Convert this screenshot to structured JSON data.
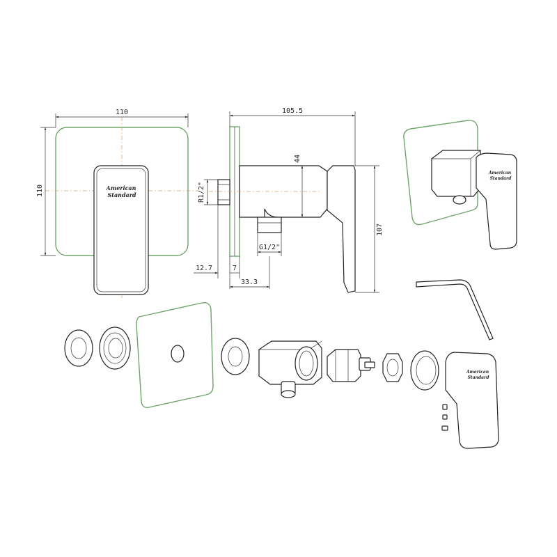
{
  "dimensions": {
    "front_width": "110",
    "front_height": "110",
    "side_depth": "105.5",
    "side_height_offset": "44",
    "overall_height": "107",
    "inlet_thread": "R1/2\"",
    "outlet_thread": "G1/2\"",
    "dim_12_7": "12.7",
    "dim_7": "7",
    "dim_33_3": "33.3"
  },
  "brand": {
    "logo_line1": "American",
    "logo_line2": "Standard"
  },
  "colors": {
    "outline": "#222222",
    "plate_accent": "#6fa56b",
    "centerline": "#d9a070"
  }
}
